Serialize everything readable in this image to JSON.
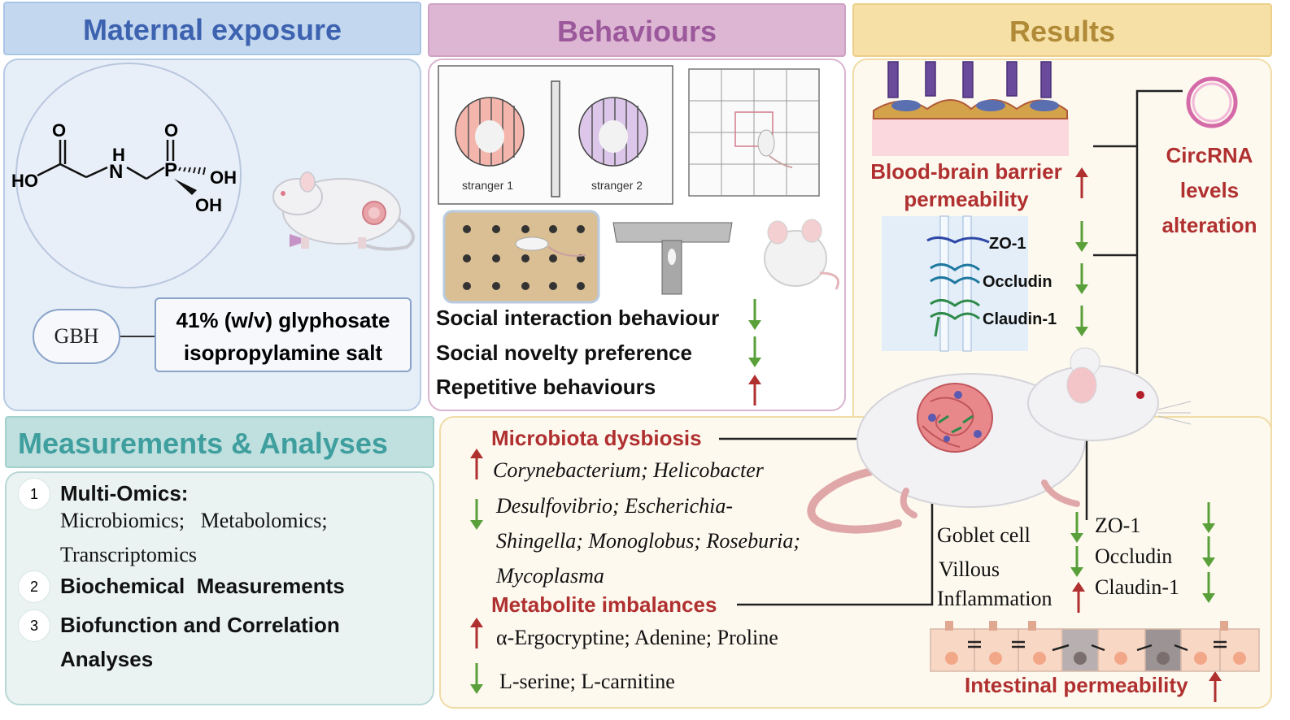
{
  "sections": {
    "maternal_exposure": "Maternal exposure",
    "behaviours": "Behaviours",
    "results": "Results",
    "measurements": "Measurements &  Analyses"
  },
  "colors": {
    "maternal_header_bg": "#c3d8ef",
    "maternal_header_text": "#3d62b0",
    "behaviours_header_bg": "#ddb6d3",
    "behaviours_header_text": "#9b589b",
    "results_header_bg": "#f6e0a6",
    "results_header_text": "#b08a36",
    "measure_header_bg": "#bfe0de",
    "measure_header_text": "#3f9e9e",
    "arrow_up": "#b03030",
    "arrow_down": "#5aa03a"
  },
  "exposure": {
    "molecule_labels": [
      "O",
      "O",
      "HO",
      "H",
      "N",
      "P",
      "OH",
      "OH"
    ],
    "gbh": "GBH",
    "salt_line1": "41% (w/v) glyphosate",
    "salt_line2": "isopropylamine salt"
  },
  "behaviours": {
    "stranger1": "stranger 1",
    "stranger2": "stranger 2",
    "items": [
      {
        "label": "Social interaction behaviour",
        "direction": "down"
      },
      {
        "label": "Social novelty preference",
        "direction": "down"
      },
      {
        "label": "Repetitive behaviours",
        "direction": "up"
      }
    ]
  },
  "results": {
    "bbb_line1": "Blood-brain barrier",
    "bbb_line2": "permeability",
    "bbb_direction": "up",
    "tight_junctions": [
      {
        "label": "ZO-1",
        "direction": "down"
      },
      {
        "label": "Occludin",
        "direction": "down"
      },
      {
        "label": "Claudin-1",
        "direction": "down"
      }
    ],
    "circrna_line1": "CircRNA",
    "circrna_line2": "levels",
    "circrna_line3": "alteration"
  },
  "measurements": {
    "items": [
      {
        "num": "1",
        "title": "Multi-Omics:",
        "detail1": "Microbiomics;   Metabolomics;",
        "detail2": "Transcriptomics"
      },
      {
        "num": "2",
        "title": "Biochemical  Measurements"
      },
      {
        "num": "3",
        "title": "Biofunction and Correlation",
        "title2": "Analyses"
      }
    ]
  },
  "gut": {
    "microbiota_title": "Microbiota dysbiosis",
    "up_taxa": "Corynebacterium; Helicobacter",
    "down_taxa_line1": "Desulfovibrio; Escherichia-",
    "down_taxa_line2": "Shingella; Monoglobus;  Roseburia;",
    "down_taxa_line3": "Mycoplasma",
    "metabolite_title": "Metabolite imbalances",
    "up_metabolites": "α-Ergocryptine; Adenine; Proline",
    "down_metabolites": "L-serine; L-carnitine",
    "intestine": [
      {
        "label": "Goblet cell",
        "direction": "down"
      },
      {
        "label": "Villous",
        "direction": "down"
      },
      {
        "label": "Inflammation",
        "direction": "up"
      }
    ],
    "intestine_junctions": [
      {
        "label": "ZO-1",
        "direction": "down"
      },
      {
        "label": "Occludin",
        "direction": "down"
      },
      {
        "label": "Claudin-1",
        "direction": "down"
      }
    ],
    "intestinal_permeability": "Intestinal permeability"
  }
}
